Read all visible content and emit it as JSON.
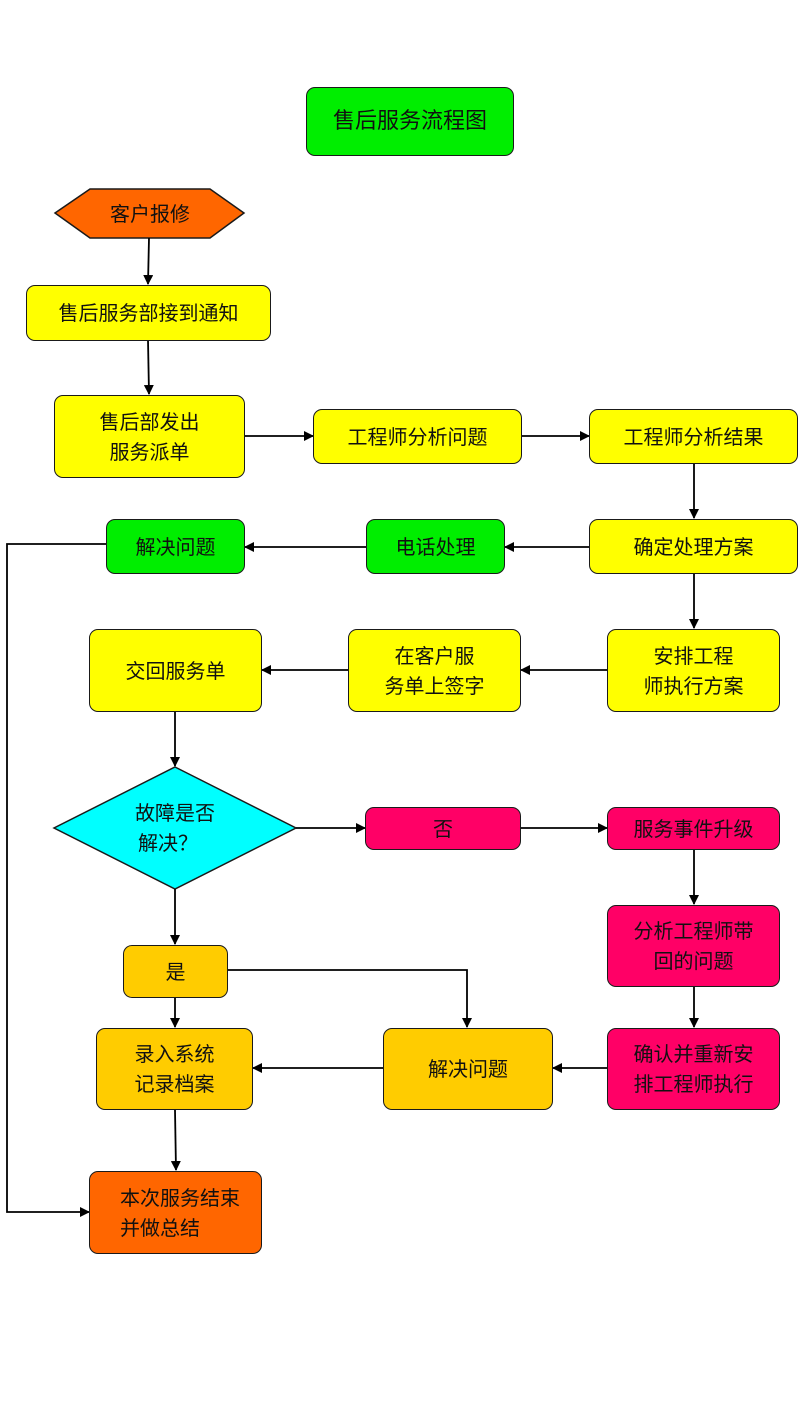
{
  "title": "售后服务流程图",
  "colors": {
    "title_green": "#00ee00",
    "start_orange": "#ff6600",
    "process_yellow": "#ffff00",
    "phone_green": "#00ee00",
    "decision_cyan": "#00ffff",
    "escalation_pink": "#ff0066",
    "resolve_amber": "#ffcc00",
    "end_orange": "#ff6600",
    "line": "#000000"
  },
  "nodes": {
    "start": "客户报修",
    "notify": "售后服务部接到通知",
    "dispatch": [
      "售后部发出",
      "服务派单"
    ],
    "analyze_issue": "工程师分析问题",
    "analyze_result": "工程师分析结果",
    "decide_plan": "确定处理方案",
    "phone_handle": "电话处理",
    "solve_phone": "解决问题",
    "arrange_engineer": [
      "安排工程",
      "师执行方案"
    ],
    "customer_sign": [
      "在客户服",
      "务单上签字"
    ],
    "return_form": "交回服务单",
    "decision": [
      "故障是否",
      "解决？"
    ],
    "no": "否",
    "escalate": "服务事件升级",
    "analyze_returned": [
      "分析工程师带",
      "回的问题"
    ],
    "reassign": [
      "确认并重新安",
      "排工程师执行"
    ],
    "yes": "是",
    "solve_onsite": "解决问题",
    "record": [
      "录入系统",
      "记录档案"
    ],
    "end": [
      "本次服务结束",
      "并做总结"
    ]
  },
  "edges": [
    {
      "from": "start",
      "to": "notify"
    },
    {
      "from": "notify",
      "to": "dispatch"
    },
    {
      "from": "dispatch",
      "to": "analyze_issue"
    },
    {
      "from": "analyze_issue",
      "to": "analyze_result"
    },
    {
      "from": "analyze_result",
      "to": "decide_plan"
    },
    {
      "from": "decide_plan",
      "to": "phone_handle"
    },
    {
      "from": "phone_handle",
      "to": "solve_phone"
    },
    {
      "from": "solve_phone",
      "to": "end"
    },
    {
      "from": "decide_plan",
      "to": "arrange_engineer"
    },
    {
      "from": "arrange_engineer",
      "to": "customer_sign"
    },
    {
      "from": "customer_sign",
      "to": "return_form"
    },
    {
      "from": "return_form",
      "to": "decision"
    },
    {
      "from": "decision",
      "to": "no"
    },
    {
      "from": "no",
      "to": "escalate"
    },
    {
      "from": "escalate",
      "to": "analyze_returned"
    },
    {
      "from": "analyze_returned",
      "to": "reassign"
    },
    {
      "from": "reassign",
      "to": "solve_onsite"
    },
    {
      "from": "decision",
      "to": "yes"
    },
    {
      "from": "yes",
      "to": "record"
    },
    {
      "from": "yes",
      "to": "solve_onsite"
    },
    {
      "from": "solve_onsite",
      "to": "record"
    },
    {
      "from": "record",
      "to": "end"
    }
  ]
}
